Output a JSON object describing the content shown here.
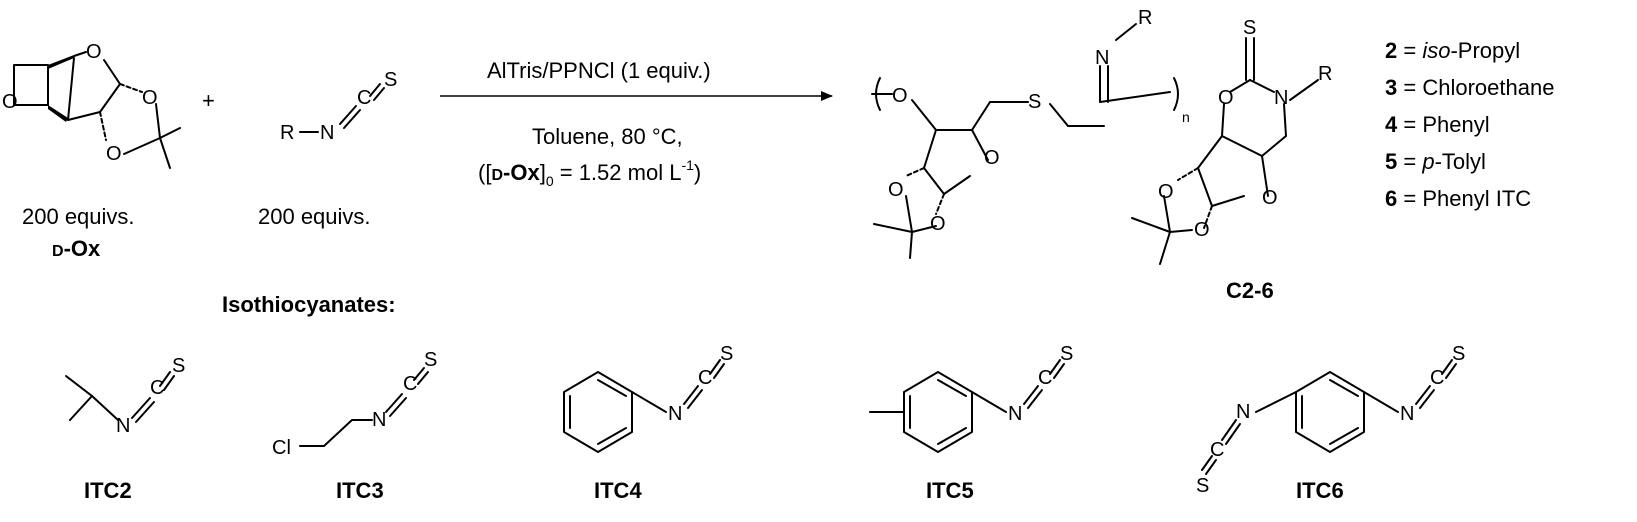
{
  "reactant_oxetane": {
    "equiv": "200 equivs.",
    "prefix": "D",
    "name": "-Ox"
  },
  "plus": "+",
  "reactant_isothiocyanate": {
    "equiv": "200 equivs."
  },
  "conditions": {
    "catalyst": "AlTris/PPNCl (1 equiv.)",
    "solvent_temp": "Toluene, 80 °C,",
    "conc_open": "([",
    "conc_prefix": "D",
    "conc_name": "-Ox",
    "conc_close": "]",
    "conc_sub": "0",
    "conc_value": " = 1.52 mol L",
    "conc_exp": "-1",
    "conc_end": ")"
  },
  "product": {
    "subscript": "n"
  },
  "cyclic_product": {
    "label": "C2-6"
  },
  "r_legend": [
    {
      "num": "2",
      "eq": " = ",
      "name_italic": "iso",
      "name": "-Propyl"
    },
    {
      "num": "3",
      "eq": " = ",
      "name_italic": "",
      "name": "Chloroethane"
    },
    {
      "num": "4",
      "eq": " = ",
      "name_italic": "",
      "name": "Phenyl"
    },
    {
      "num": "5",
      "eq": " = ",
      "name_italic": "p",
      "name": "-Tolyl"
    },
    {
      "num": "6",
      "eq": " = ",
      "name_italic": "",
      "name": "Phenyl ITC"
    }
  ],
  "section_title": "Isothiocyanates:",
  "isothiocyanates": [
    {
      "label": "ITC2"
    },
    {
      "label": "ITC3"
    },
    {
      "label": "ITC4"
    },
    {
      "label": "ITC5"
    },
    {
      "label": "ITC6"
    }
  ],
  "atoms": {
    "O": "O",
    "S": "S",
    "N": "N",
    "C": "C",
    "R": "R",
    "Cl": "Cl"
  }
}
